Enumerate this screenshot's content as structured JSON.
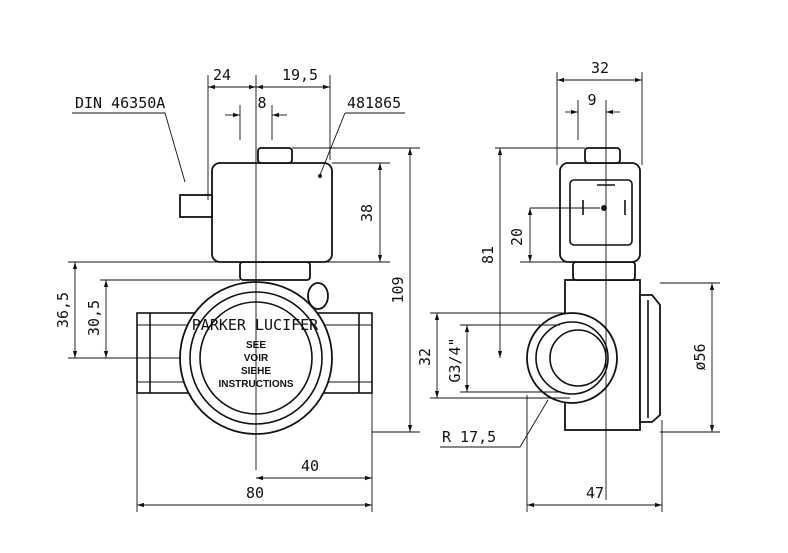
{
  "left_view": {
    "dim_24": "24",
    "dim_19_5": "19,5",
    "dim_8": "8",
    "part_number": "481865",
    "connector_standard": "DIN 46350A",
    "dim_38": "38",
    "dim_109": "109",
    "dim_36_5": "36,5",
    "dim_30_5": "30,5",
    "dim_40": "40",
    "dim_80": "80",
    "cover": {
      "brand": "PARKER LUCIFER",
      "line1": "SEE",
      "line2": "VOIR",
      "line3": "SIEHE",
      "line4": "INSTRUCTIONS"
    }
  },
  "right_view": {
    "dim_32_top": "32",
    "dim_9": "9",
    "dim_20": "20",
    "dim_81": "81",
    "dim_32_side": "32",
    "thread": "G3/4\"",
    "radius": "R 17,5",
    "dim_56": "ø56",
    "dim_47": "47"
  }
}
